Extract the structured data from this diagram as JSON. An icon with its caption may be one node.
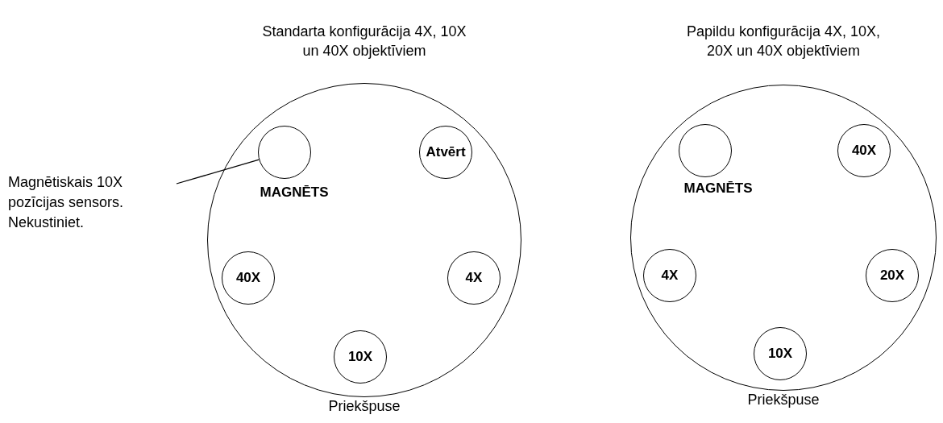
{
  "diagram": {
    "nodes": [
      {
        "text": [
          "Standarta konfigurācija 4X, 10X un 40X objektīviem"
        ],
        "beside": [
          "Priekšpuse"
        ]
      },
      {
        "text": [],
        "shape": "circle",
        "in": 0,
        "beside": [
          "MAGNĒTS"
        ]
      },
      {
        "text": [
          "Atvērt"
        ],
        "in": 0
      },
      {
        "text": [
          "40X"
        ],
        "in": 0
      },
      {
        "text": [
          "4X"
        ],
        "in": 0
      },
      {
        "text": [
          "10X"
        ],
        "in": 0
      },
      {
        "text": [
          "Magnētiskais 10X pozīcijas sensors. Nekustiniet."
        ]
      },
      {
        "text": [
          "Papildu konfigurācija 4X, 10X, 20X un 40X objektīviem"
        ],
        "beside": [
          "Priekšpuse"
        ]
      },
      {
        "text": [],
        "shape": "circle",
        "in": 7,
        "beside": [
          "MAGNĒTS"
        ]
      },
      {
        "text": [
          "40X"
        ],
        "in": 7
      },
      {
        "text": [
          "4X"
        ],
        "in": 7
      },
      {
        "text": [
          "20X"
        ],
        "in": 7
      },
      {
        "text": [
          "10X"
        ],
        "in": 7
      }
    ],
    "edges": [
      {
        "from": 6,
        "to": 1,
        "arrow": "none"
      }
    ]
  }
}
